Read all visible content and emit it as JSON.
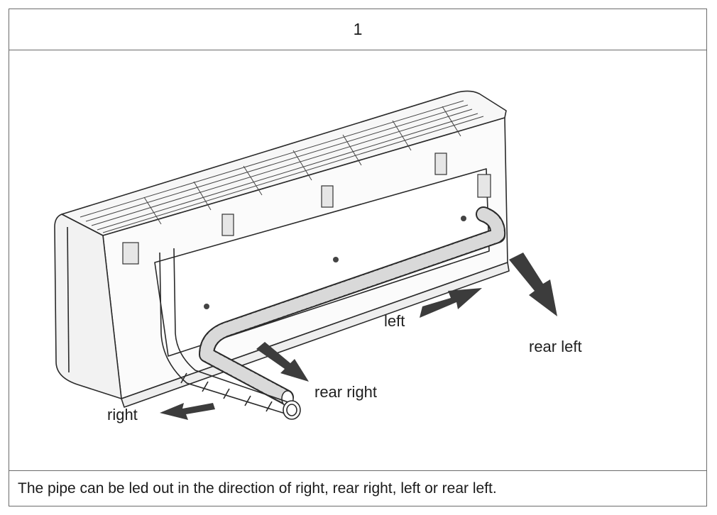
{
  "step_number": "1",
  "caption": "The pipe can be led out in the direction of right, rear right, left or rear left.",
  "labels": {
    "right": "right",
    "rear_right": "rear right",
    "left": "left",
    "rear_left": "rear left"
  },
  "colors": {
    "border": "#6b6b6b",
    "line": "#2a2a2a",
    "arrow": "#3c3c3c"
  }
}
